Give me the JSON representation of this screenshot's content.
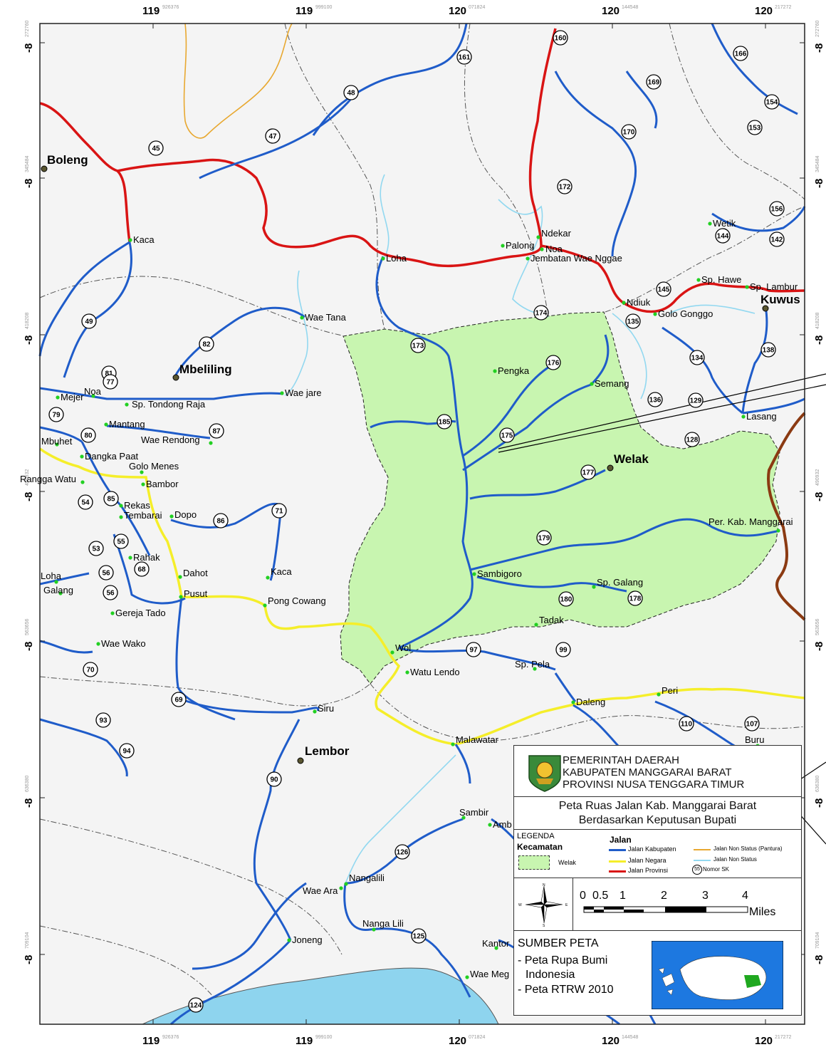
{
  "coords": {
    "top_x": [
      {
        "deg": "119",
        "sub": "926376"
      },
      {
        "deg": "119",
        "sub": "999100"
      },
      {
        "deg": "120",
        "sub": "071824"
      },
      {
        "deg": "120",
        "sub": "144548"
      },
      {
        "deg": "120",
        "sub": "217272"
      }
    ],
    "bottom_x": [
      {
        "deg": "119",
        "sub": "926376"
      },
      {
        "deg": "119",
        "sub": "999100"
      },
      {
        "deg": "120",
        "sub": "071824"
      },
      {
        "deg": "120",
        "sub": "144548"
      },
      {
        "deg": "120",
        "sub": "217272"
      }
    ],
    "left_y": [
      {
        "deg": "-8",
        "sub": "272760"
      },
      {
        "deg": "-8",
        "sub": "345484"
      },
      {
        "deg": "-8",
        "sub": "418208"
      },
      {
        "deg": "-8",
        "sub": "490932"
      },
      {
        "deg": "-8",
        "sub": "563656"
      },
      {
        "deg": "-8",
        "sub": "636380"
      },
      {
        "deg": "-8",
        "sub": "709104"
      }
    ],
    "right_y": [
      {
        "deg": "-8",
        "sub": "272760"
      },
      {
        "deg": "-8",
        "sub": "345484"
      },
      {
        "deg": "-8",
        "sub": "418208"
      },
      {
        "deg": "-8",
        "sub": "490932"
      },
      {
        "deg": "-8",
        "sub": "563656"
      },
      {
        "deg": "-8",
        "sub": "636380"
      },
      {
        "deg": "-8",
        "sub": "709104"
      }
    ]
  },
  "big_places": [
    "Boleng",
    "Mbeliling",
    "Welak",
    "Lembor",
    "Kuwus"
  ],
  "places": [
    "Kaca",
    "Loha",
    "Palong",
    "Ndekar",
    "Noa",
    "Jembatan Wae Nggae",
    "Wetik",
    "Sp. Hawe",
    "Sp. Lambur",
    "Ndiuk",
    "Golo Gonggo",
    "Wae Tana",
    "Pengka",
    "Semang",
    "Lasang",
    "Mejer",
    "Noa",
    "Sp. Tondong Raja",
    "Wae jare",
    "Mantang",
    "Mbuhet",
    "Dangka Paat",
    "Wae Rendong",
    "Rangga Watu",
    "Golo Menes",
    "Bambor",
    "Rekas",
    "Tembarai",
    "Dopo",
    "Rahak",
    "Dahot",
    "Loha",
    "Galang",
    "Kaca",
    "Pusut",
    "Pong Cowang",
    "Gereja Tado",
    "Wae Wako",
    "Sambigoro",
    "Sp. Galang",
    "Tadak",
    "Per. Kab. Manggarai",
    "Wol",
    "Watu Lendo",
    "Sp. Pela",
    "Daleng",
    "Peri",
    "Buru",
    "Siru",
    "Malawatar",
    "Sambir",
    "Amb",
    "Nangalili",
    "Wae Ara",
    "Nanga Lili",
    "Joneng",
    "Kantor",
    "Wae Meg"
  ],
  "road_numbers": [
    "160",
    "161",
    "166",
    "169",
    "48",
    "154",
    "153",
    "45",
    "47",
    "170",
    "172",
    "156",
    "144",
    "142",
    "145",
    "135",
    "174",
    "138",
    "49",
    "82",
    "173",
    "176",
    "134",
    "81",
    "77",
    "79",
    "136",
    "129",
    "185",
    "87",
    "80",
    "175",
    "128",
    "177",
    "54",
    "85",
    "71",
    "86",
    "179",
    "55",
    "53",
    "68",
    "56",
    "56",
    "180",
    "178",
    "97",
    "99",
    "70",
    "69",
    "93",
    "110",
    "107",
    "94",
    "90",
    "126",
    "125",
    "124"
  ],
  "legend": {
    "org": [
      "PEMERINTAH DAERAH",
      "KABUPATEN MANGGARAI BARAT",
      "PROVINSI NUSA TENGGARA TIMUR"
    ],
    "title": [
      "Peta Ruas Jalan Kab. Manggarai Barat",
      "Berdasarkan Keputusan Bupati"
    ],
    "legenda": "LEGENDA",
    "kecamatan": "Kecamatan",
    "welak": "Welak",
    "jalan": "Jalan",
    "roads": [
      "Jalan Kabupaten",
      "Jalan Negara",
      "Jalan Provinsi",
      "Jalan Non Status (Pantura)",
      "Jalan Non Status",
      "Nomor SK"
    ],
    "sk_symbol": "55",
    "scale_ticks": [
      "0",
      "0.5",
      "1",
      "2",
      "3",
      "4"
    ],
    "scale_unit": "Miles",
    "compass": [
      "N",
      "E",
      "S",
      "W"
    ],
    "sumber": "SUMBER PETA",
    "sources": [
      "- Peta Rupa Bumi",
      "Indonesia",
      "- Peta RTRW 2010"
    ]
  },
  "colors": {
    "kabupaten": "#1f5cc9",
    "negara": "#f5ee2a",
    "provinsi": "#d91414",
    "pantura": "#e8a830",
    "nonstatus": "#92d8f0",
    "welak_fill": "#c8f5b0",
    "sea": "#8ed4ee",
    "land": "#f4f4f4"
  }
}
